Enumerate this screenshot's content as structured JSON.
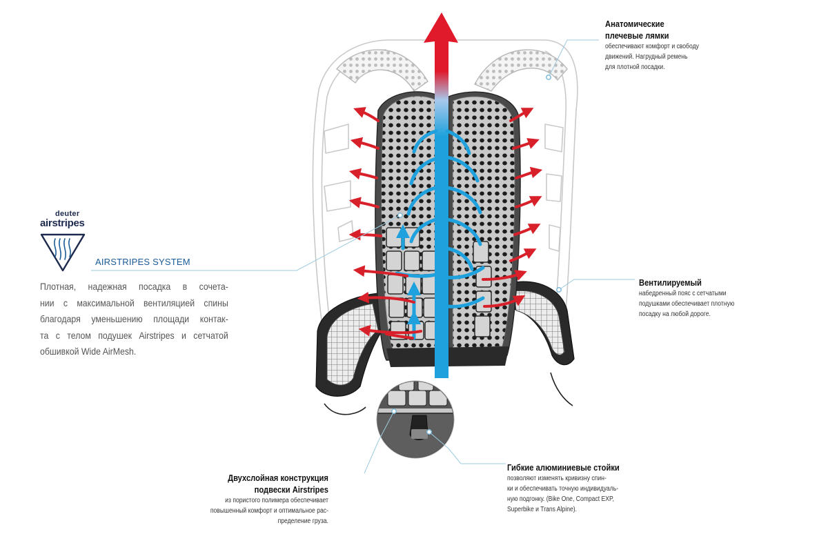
{
  "brand": {
    "line1": "deuter",
    "line2": "airstripes",
    "system_label": "AIRSTRIPES SYSTEM",
    "logo_icon": "airstripes-logo-icon",
    "accent_color": "#1a5a96"
  },
  "intro": {
    "lines": [
      "Плотная, надежная посадка в сочета-",
      "нии с максимальной вентиляцией спины",
      "благодаря уменьшению площади контак-",
      "та с телом подушек Airstripes и сетчатой",
      "обшивкой Wide AirMesh."
    ]
  },
  "callouts": {
    "shoulder": {
      "title_lines": [
        "Анатомические",
        "плечевые лямки"
      ],
      "desc_lines": [
        "обеспечивают комфорт и свободу",
        "движений. Нагрудный ремень",
        "для плотной посадки."
      ]
    },
    "hipbelt": {
      "title_lines": [
        "Вентилируемый"
      ],
      "desc_lines": [
        "набедренный пояс с сетчатыми",
        "подушками обеспечивает плотную",
        "посадку на любой дороге."
      ]
    },
    "stays": {
      "title_lines": [
        "Гибкие алюминиевые стойки"
      ],
      "desc_lines": [
        "позволяют изменять кривизну спин-",
        "ки и обеспечивать точную индивидуаль-",
        "ную подгонку. (Bike One, Compact EXP,",
        "Superbike и Trans Alpine)."
      ]
    },
    "double_layer": {
      "title_lines": [
        "Двухслойная конструкция",
        "подвески Airstripes"
      ],
      "desc_lines": [
        "из пористого полимера обеспечивает",
        "повышенный комфорт и оптимальное рас-",
        "пределение груза."
      ]
    }
  },
  "colors": {
    "hot_air": "#d8202a",
    "cool_air": "#1ea1dc",
    "leader_line": "#9ccbe0",
    "outline": "#c9c9c9"
  }
}
